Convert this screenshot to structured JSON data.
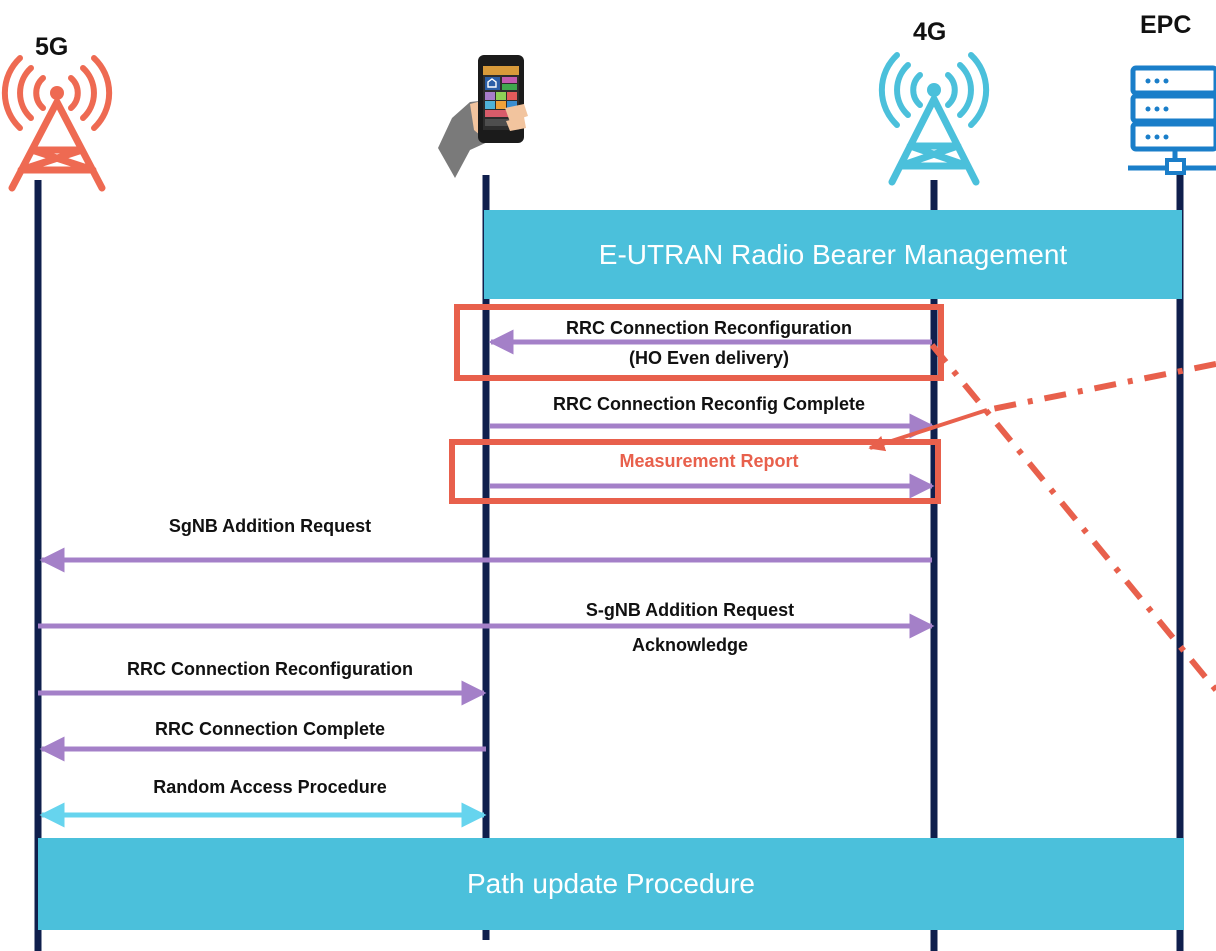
{
  "nodes": {
    "fiveg": "5G",
    "fourg": "4G",
    "epc": "EPC"
  },
  "icons": {
    "fiveg_tower": "radio-tower-icon",
    "ue_phone": "smartphone-in-hand-icon",
    "fourg_tower": "radio-tower-icon",
    "epc_server": "server-rack-icon"
  },
  "bands": {
    "bearer_management": "E-UTRAN Radio Bearer Management",
    "path_update": "Path update Procedure"
  },
  "messages": {
    "rrc_reconfiguration_line1": "RRC Connection Reconfiguration",
    "rrc_reconfiguration_line2": "(HO Even delivery)",
    "rrc_reconfig_complete": "RRC Connection Reconfig Complete",
    "measurement_report": "Measurement Report",
    "sgnb_addition_request": "SgNB Addition Request",
    "sgnb_ack_line1": "S-gNB Addition Request",
    "sgnb_ack_line2": "Acknowledge",
    "rrc_reconfiguration_5g": "RRC Connection Reconfiguration",
    "rrc_complete_5g": "RRC Connection Complete",
    "random_access": "Random Access Procedure"
  },
  "colors": {
    "lifeline": "#0f1f4d",
    "message_arrow": "#a480c8",
    "random_access_arrow": "#66d4ee",
    "band": "#4bc0db",
    "highlight": "#e8604c",
    "fiveg_icon": "#ee6a52",
    "fourg_icon": "#4bc0db",
    "epc_icon": "#1a7ec9"
  }
}
